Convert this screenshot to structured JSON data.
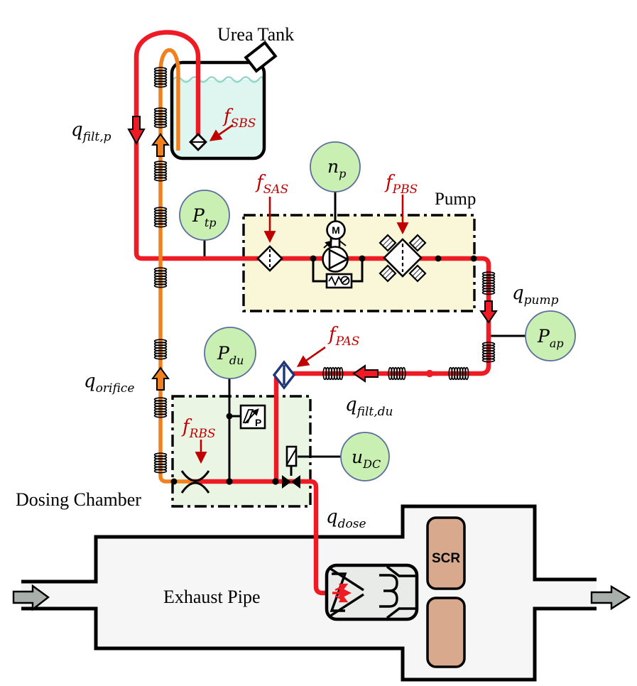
{
  "figure": {
    "type": "urea-dosing-system-schematic",
    "captions": {
      "urea_tank": "Urea Tank",
      "pump": "Pump",
      "dosing_chamber": "Dosing Chamber",
      "exhaust_pipe": "Exhaust Pipe",
      "scr": "SCR"
    },
    "sensors": {
      "p_tp": {
        "main": "P",
        "sub": "tp"
      },
      "n_p": {
        "main": "n",
        "sub": "p"
      },
      "p_ap": {
        "main": "P",
        "sub": "ap"
      },
      "p_du": {
        "main": "P",
        "sub": "du"
      },
      "u_dc": {
        "main": "u",
        "sub": "DC"
      }
    },
    "faults": {
      "f_sbs": {
        "main": "f",
        "sub": "SBS"
      },
      "f_sas": {
        "main": "f",
        "sub": "SAS"
      },
      "f_pbs": {
        "main": "f",
        "sub": "PBS"
      },
      "f_pas": {
        "main": "f",
        "sub": "PAS"
      },
      "f_rbs": {
        "main": "f",
        "sub": "RBS"
      }
    },
    "flows": {
      "q_filt_p": {
        "main": "q",
        "sub": "filt,p"
      },
      "q_pump": {
        "main": "q",
        "sub": "pump"
      },
      "q_filt_du": {
        "main": "q",
        "sub": "filt,du"
      },
      "q_orifice": {
        "main": "q",
        "sub": "orifice"
      },
      "q_dose": {
        "main": "q",
        "sub": "dose"
      }
    },
    "motor_letter": "M",
    "pressure_symbol_letter": "P",
    "colors": {
      "line_red": "#EE1B24",
      "line_orange": "#F1801F",
      "fault_label_red": "#C00000",
      "pump_box_fill": "#FAF7D9",
      "dosing_chamber_fill": "#EAF6E3",
      "sensor_circle_fill": "#C9EFB2",
      "sensor_circle_border": "#5B6E9E",
      "tank_liquid": "#DFF5F0",
      "exhaust_fill": "#F5F6F5",
      "scr_brick_fill": "#D9A98E",
      "gas_arrow_gray": "#A9B0AB",
      "check_valve_blue": "#1F3575"
    }
  }
}
